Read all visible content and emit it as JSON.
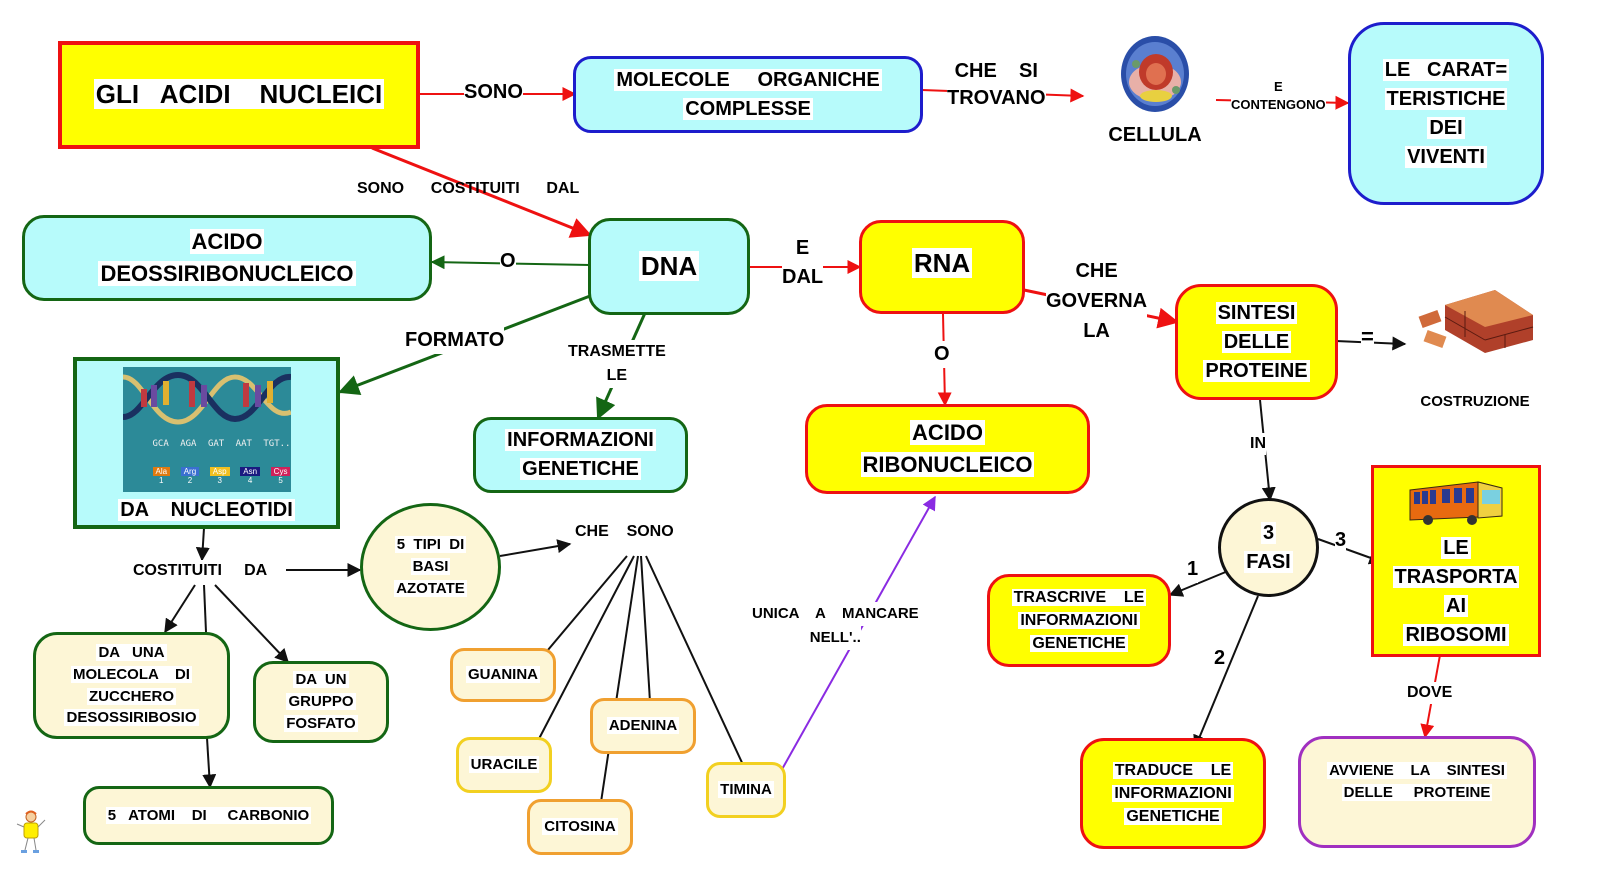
{
  "title": "GLI ACIDI NUCLEICI",
  "colors": {
    "cyan_fill": "#b7fbfb",
    "yellow_fill": "#ffff00",
    "cream_fill": "#fdf6d6",
    "green_border": "#146614",
    "blue_border": "#1d1dcc",
    "red_border": "#ee1111",
    "orange_border": "#f0a030",
    "gold_border": "#f2d020",
    "purple_border": "#a030c0",
    "red_link": "#ee1111",
    "green_link": "#146614",
    "black_link": "#111111",
    "purple_link": "#8a2be2"
  },
  "nodes": {
    "acidi_nucleici": {
      "lines": [
        "GLI   ACIDI    NUCLEICI"
      ]
    },
    "molecole": {
      "lines": [
        "MOLECOLE     ORGANICHE",
        "COMPLESSE"
      ]
    },
    "cellula": {
      "label": "CELLULA",
      "icon": "cell-icon"
    },
    "caratteristiche": {
      "lines": [
        "LE   CARAT=",
        "TERISTICHE",
        "DEI",
        "VIVENTI"
      ]
    },
    "acido_deossiribonucleico": {
      "lines": [
        "ACIDO",
        "DEOSSIRIBONUCLEICO"
      ]
    },
    "dna": {
      "lines": [
        "DNA"
      ]
    },
    "rna": {
      "lines": [
        "RNA"
      ]
    },
    "sintesi_proteine": {
      "lines": [
        "SINTESI",
        "DELLE",
        "PROTEINE"
      ]
    },
    "costruzione": {
      "label": "COSTRUZIONE",
      "icon": "bricks-icon"
    },
    "nucleotidi": {
      "lines": [
        "DA    NUCLEOTIDI"
      ],
      "icon": "dna-helix-icon",
      "codons": [
        "GCA",
        "AGA",
        "GAT",
        "AAT",
        "TGT.."
      ],
      "amino_acids": [
        {
          "name": "Ala",
          "num": "1",
          "color": "#e07a10"
        },
        {
          "name": "Arg",
          "num": "2",
          "color": "#3a6fd0"
        },
        {
          "name": "Asp",
          "num": "3",
          "color": "#f2c020"
        },
        {
          "name": "Asn",
          "num": "4",
          "color": "#1a1a80"
        },
        {
          "name": "Cys",
          "num": "5",
          "color": "#d0205a"
        }
      ],
      "chain_end": ".."
    },
    "informazioni_genetiche": {
      "lines": [
        "INFORMAZIONI",
        "GENETICHE"
      ]
    },
    "acido_ribonucleico": {
      "lines": [
        "ACIDO",
        "RIBONUCLEICO"
      ]
    },
    "tipi_basi": {
      "lines": [
        "5  TIPI  DI",
        "BASI",
        "AZOTATE"
      ]
    },
    "zucchero": {
      "lines": [
        "DA   UNA",
        "MOLECOLA    DI",
        "ZUCCHERO",
        "DESOSSIRIBOSIO"
      ]
    },
    "fosfato": {
      "lines": [
        "DA  UN",
        "GRUPPO",
        "FOSFATO"
      ]
    },
    "carbonio": {
      "lines": [
        "5   ATOMI    DI     CARBONIO"
      ]
    },
    "guanina": {
      "lines": [
        "GUANINA"
      ]
    },
    "uracile": {
      "lines": [
        "URACILE"
      ]
    },
    "adenina": {
      "lines": [
        "ADENINA"
      ]
    },
    "citosina": {
      "lines": [
        "CITOSINA"
      ]
    },
    "timina": {
      "lines": [
        "TIMINA"
      ]
    },
    "tre_fasi": {
      "lines": [
        "3",
        "FASI"
      ]
    },
    "trascrive": {
      "lines": [
        "TRASCRIVE    LE",
        "INFORMAZIONI",
        "GENETICHE"
      ]
    },
    "traduce": {
      "lines": [
        "TRADUCE    LE",
        "INFORMAZIONI",
        "GENETICHE"
      ]
    },
    "trasporta": {
      "lines": [
        "LE",
        "TRASPORTA",
        "AI",
        "RIBOSOMI"
      ],
      "icon": "bus-icon"
    },
    "avviene": {
      "lines": [
        "AVVIENE    LA    SINTESI",
        "DELLE     PROTEINE"
      ]
    }
  },
  "links": {
    "sono": "SONO",
    "sono_costituiti_dal": "SONO      COSTITUITI      DAL",
    "che_si_trovano": [
      "CHE    SI",
      "TROVANO"
    ],
    "e_contengono": [
      "E",
      "CONTENGONO"
    ],
    "o_dna": "O",
    "e_dal": [
      "E",
      "DAL"
    ],
    "che_governa_la": [
      "CHE",
      "GOVERNA",
      "LA"
    ],
    "equals": "=",
    "formato": "FORMATO",
    "trasmette_le": [
      "TRASMETTE",
      "LE"
    ],
    "o_rna": "O",
    "in": "IN",
    "costituiti_da": "COSTITUITI     DA",
    "che_sono": "CHE    SONO",
    "unica_a_mancare": [
      "UNICA    A    MANCARE",
      "NELL'.."
    ],
    "fase_1": "1",
    "fase_2": "2",
    "fase_3": "3",
    "dove": "DOVE"
  },
  "decor": {
    "mascot": "mascot-icon"
  }
}
